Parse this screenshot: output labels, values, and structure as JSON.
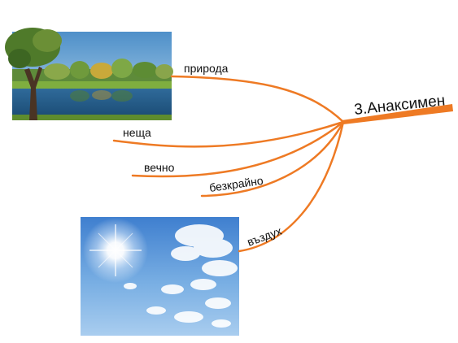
{
  "mindmap": {
    "central_topic": "3.Анаксимен",
    "branches": [
      {
        "label": "природа"
      },
      {
        "label": "неща"
      },
      {
        "label": "вечно"
      },
      {
        "label": "безкрайно"
      },
      {
        "label": "въздух"
      }
    ],
    "images": [
      {
        "name": "landscape-image",
        "depicts": "tree by a pond with trees reflected in the water"
      },
      {
        "name": "sky-image",
        "depicts": "bright sun in a blue sky with white clouds"
      }
    ],
    "branch_color": "#ee7a24"
  }
}
